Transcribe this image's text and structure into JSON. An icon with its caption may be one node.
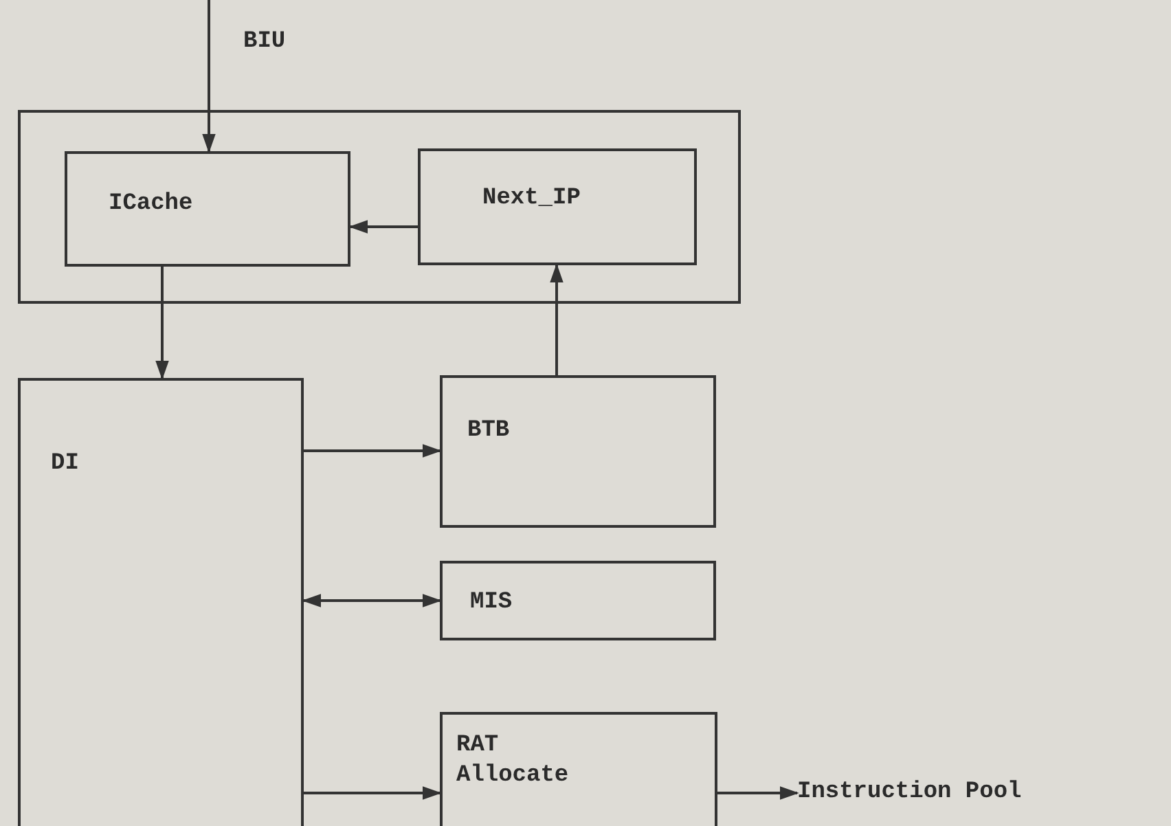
{
  "diagram": {
    "nodes": [
      {
        "text": [],
        "shape": "box"
      },
      {
        "text": [
          "ICache"
        ],
        "in": 0
      },
      {
        "text": [
          "Next_IP"
        ],
        "in": 0
      },
      {
        "text": [
          "DI"
        ]
      },
      {
        "text": [
          "BTB"
        ]
      },
      {
        "text": [
          "MIS"
        ]
      },
      {
        "text": [
          "RAT Allocate"
        ]
      },
      {
        "text": [
          "Instruction Pool"
        ]
      }
    ],
    "edges": [
      {
        "from": null,
        "to": 1,
        "arrow": "to",
        "label": "BIU"
      },
      {
        "from": 2,
        "to": 1,
        "arrow": "to"
      },
      {
        "from": 1,
        "to": 3,
        "arrow": "to"
      },
      {
        "from": 3,
        "to": 4,
        "arrow": "to"
      },
      {
        "from": 4,
        "to": 2,
        "arrow": "to"
      },
      {
        "from": 3,
        "to": 5,
        "arrow": "both"
      },
      {
        "from": 3,
        "to": 6,
        "arrow": "to"
      },
      {
        "from": 6,
        "to": 7,
        "arrow": "to"
      }
    ]
  }
}
